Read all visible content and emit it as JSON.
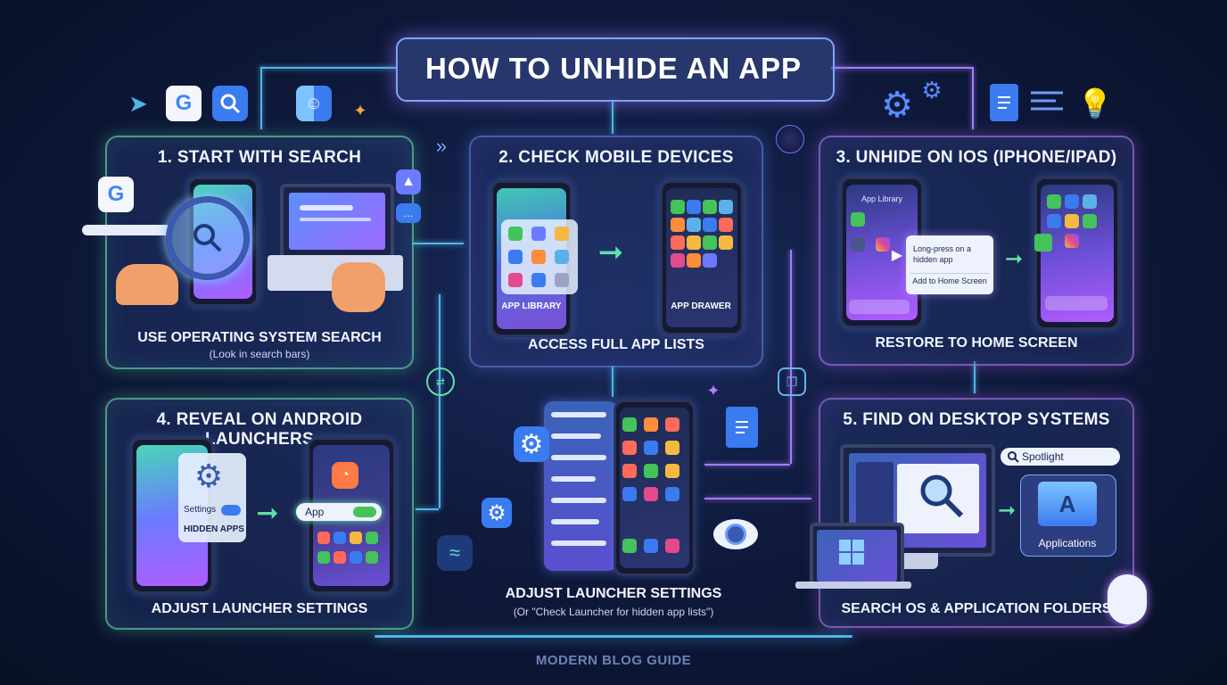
{
  "header": {
    "title": "HOW TO UNHIDE AN APP"
  },
  "panels": {
    "p1": {
      "title": "1. START WITH SEARCH",
      "caption": "USE OPERATING SYSTEM SEARCH",
      "sub": "(Look in search bars)"
    },
    "p2": {
      "title": "2. CHECK MOBILE DEVICES",
      "caption": "ACCESS FULL APP LISTS",
      "left_label": "APP LIBRARY",
      "right_label": "APP DRAWER"
    },
    "p3": {
      "title": "3. UNHIDE ON IOS (IPHONE/IPAD)",
      "caption": "RESTORE TO HOME SCREEN",
      "app_library": "App Library",
      "popup_line1": "Long-press on a",
      "popup_line2": "hidden app",
      "popup_action": "Add to Home Screen"
    },
    "p4": {
      "title": "4. REVEAL ON ANDROID LAUNCHERS",
      "caption": "ADJUST LAUNCHER SETTINGS",
      "settings_label": "Settings",
      "hidden_apps": "HIDDEN APPS",
      "toggle_label": "App"
    },
    "center": {
      "caption": "ADJUST LAUNCHER SETTINGS",
      "sub": "(Or \"Check Launcher for hidden app lists\")"
    },
    "p5": {
      "title": "5. FIND ON DESKTOP SYSTEMS",
      "caption": "SEARCH OS & APPLICATION FOLDERS",
      "spotlight": "Spotlight",
      "applications": "Applications"
    }
  },
  "footer": {
    "text": "MODERN BLOG GUIDE"
  },
  "colors": {
    "accent_cyan": "#4fb6e8",
    "accent_green": "#5fe0a8",
    "accent_purple": "#b77cff"
  },
  "icons": [
    "google-icon",
    "search-icon",
    "finder-icon",
    "gear-icon",
    "document-icon",
    "lightbulb-icon",
    "eye-icon",
    "wifi-icon",
    "mouse-icon",
    "windows-icon",
    "folder-icon"
  ]
}
